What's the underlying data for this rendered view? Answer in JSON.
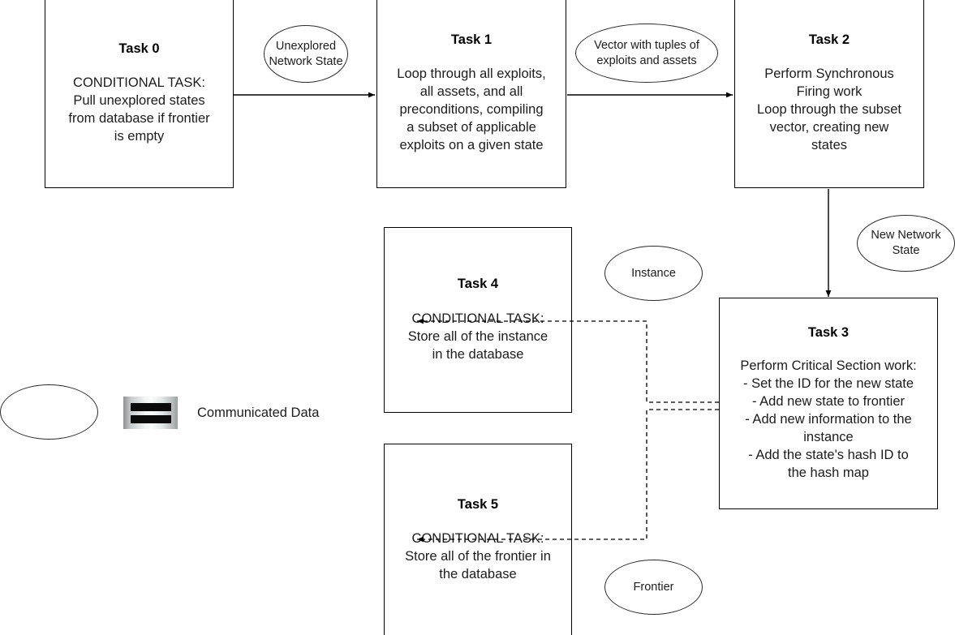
{
  "diagram": {
    "title": "Parallel Task Pipeline Flowchart",
    "background_color": "#ffffff",
    "stroke_color": "#000000"
  },
  "nodes": [
    {
      "id": "task0",
      "title": "Task 0",
      "body": "CONDITIONAL TASK:\nPull unexplored states\nfrom database if frontier\nis empty"
    },
    {
      "id": "task1",
      "title": "Task 1",
      "body": "Loop through all exploits,\nall assets, and all\npreconditions, compiling\na subset of applicable\nexploits on a given state"
    },
    {
      "id": "task2",
      "title": "Task 2",
      "body": "Perform Synchronous\nFiring work\nLoop through the subset\nvector, creating new\nstates"
    },
    {
      "id": "task3",
      "title": "Task 3",
      "body": "Perform Critical Section work:\n- Set the ID for the new state\n- Add new state to frontier\n- Add new information to the\ninstance\n- Add the state's hash ID to\nthe hash map"
    },
    {
      "id": "task4",
      "title": "Task 4",
      "body": "CONDITIONAL TASK:\nStore all of the instance\nin the database"
    },
    {
      "id": "task5",
      "title": "Task 5",
      "body": "CONDITIONAL TASK:\nStore all of the frontier in\nthe database"
    }
  ],
  "data_labels": [
    {
      "id": "unexplored-network-state",
      "text": "Unexplored\nNetwork State"
    },
    {
      "id": "vector-tuples",
      "text": "Vector with tuples of\nexploits and assets"
    },
    {
      "id": "new-network-state",
      "text": "New Network\nState"
    },
    {
      "id": "instance",
      "text": "Instance"
    },
    {
      "id": "frontier",
      "text": "Frontier"
    }
  ],
  "legend": {
    "label": "Communicated Data",
    "ellipse_meaning": "communicated-data-shape",
    "equals_icon": "equals-icon"
  }
}
